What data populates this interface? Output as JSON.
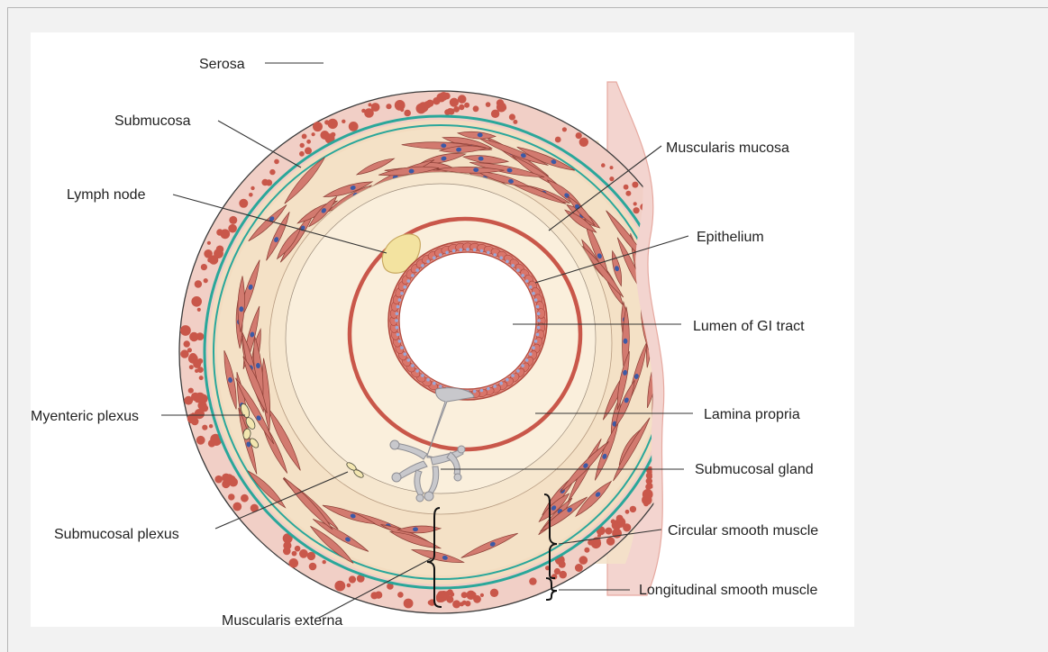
{
  "labels": {
    "serosa": "Serosa",
    "submucosa": "Submucosa",
    "lymph_node": "Lymph node",
    "myenteric_plexus": "Myenteric plexus",
    "submucosal_plexus": "Submucosal plexus",
    "muscularis_externa": "Muscularis externa",
    "muscularis_mucosa": "Muscularis mucosa",
    "epithelium": "Epithelium",
    "lumen": "Lumen of GI tract",
    "lamina_propria": "Lamina propria",
    "submucosal_gland": "Submucosal gland",
    "circular_smooth_muscle": "Circular smooth muscle",
    "longitudinal_smooth_muscle": "Longitudinal smooth muscle"
  },
  "colors": {
    "serosa": "#f1cfc6",
    "fat_dots": "#c9574a",
    "teal_line": "#2aa79a",
    "muscle": "#d27a6f",
    "muscle_outline": "#8a3d34",
    "nucleus": "#3c5aa6",
    "submucosa": "#f6e7cf",
    "lamina": "#faefdc",
    "mucosa_ring": "#c9574a",
    "lymph_node": "#f3e3a0",
    "gland": "#c8c8cc"
  }
}
